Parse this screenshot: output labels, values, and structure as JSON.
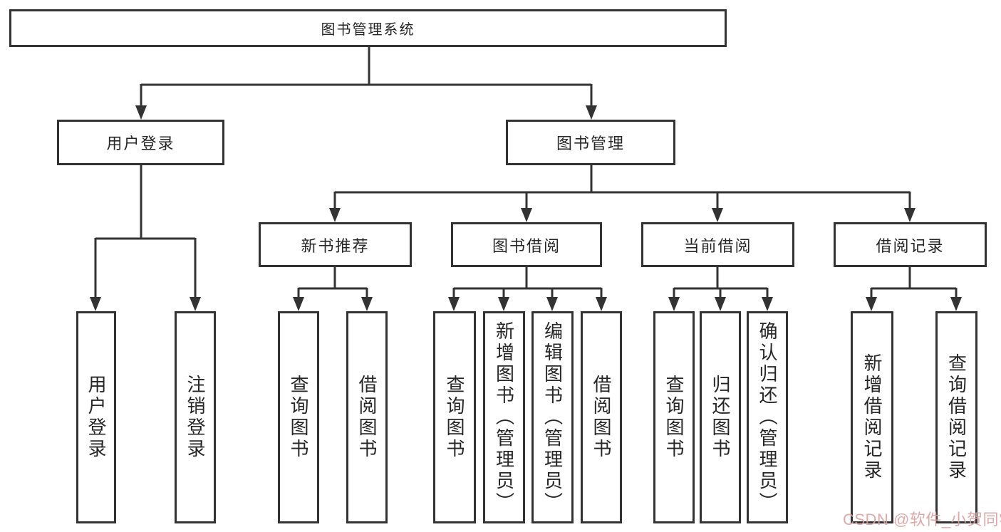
{
  "nodes": {
    "root": "图书管理系统",
    "user_login": "用户登录",
    "book_mgmt": "图书管理",
    "new_book_rec": "新书推荐",
    "book_borrow": "图书借阅",
    "current_borrow": "当前借阅",
    "borrow_records": "借阅记录",
    "leaves": {
      "user_login_1": "用户登录",
      "user_login_2": "注销登录",
      "rec_1": "查询图书",
      "rec_2": "借阅图书",
      "borrow_1": "查询图书",
      "borrow_2": "新增图书（管理员）",
      "borrow_3": "编辑图书（管理员）",
      "borrow_4": "借阅图书",
      "cur_1": "查询图书",
      "cur_2": "归还图书",
      "cur_3": "确认归还（管理员）",
      "records_1": "新增借阅记录",
      "records_2": "查询借阅记录"
    }
  },
  "watermark": {
    "text": "CSDN @软件_小贺同学",
    "color": "#de9f9f"
  },
  "colors": {
    "line": "#333333",
    "text": "#262626",
    "background": "#ffffff"
  }
}
